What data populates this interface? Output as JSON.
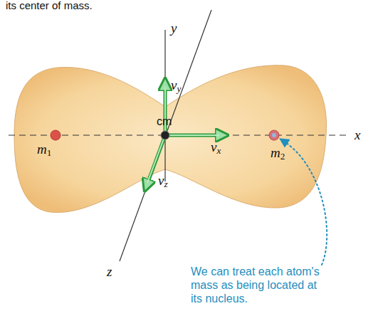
{
  "diagram": {
    "labels": [
      "its center of mass.",
      "y",
      "x",
      "z",
      "cm",
      "m1",
      "m2",
      "vy",
      "vx",
      "vz",
      "We can treat each atom's mass as being located at its nucleus."
    ]
  }
}
